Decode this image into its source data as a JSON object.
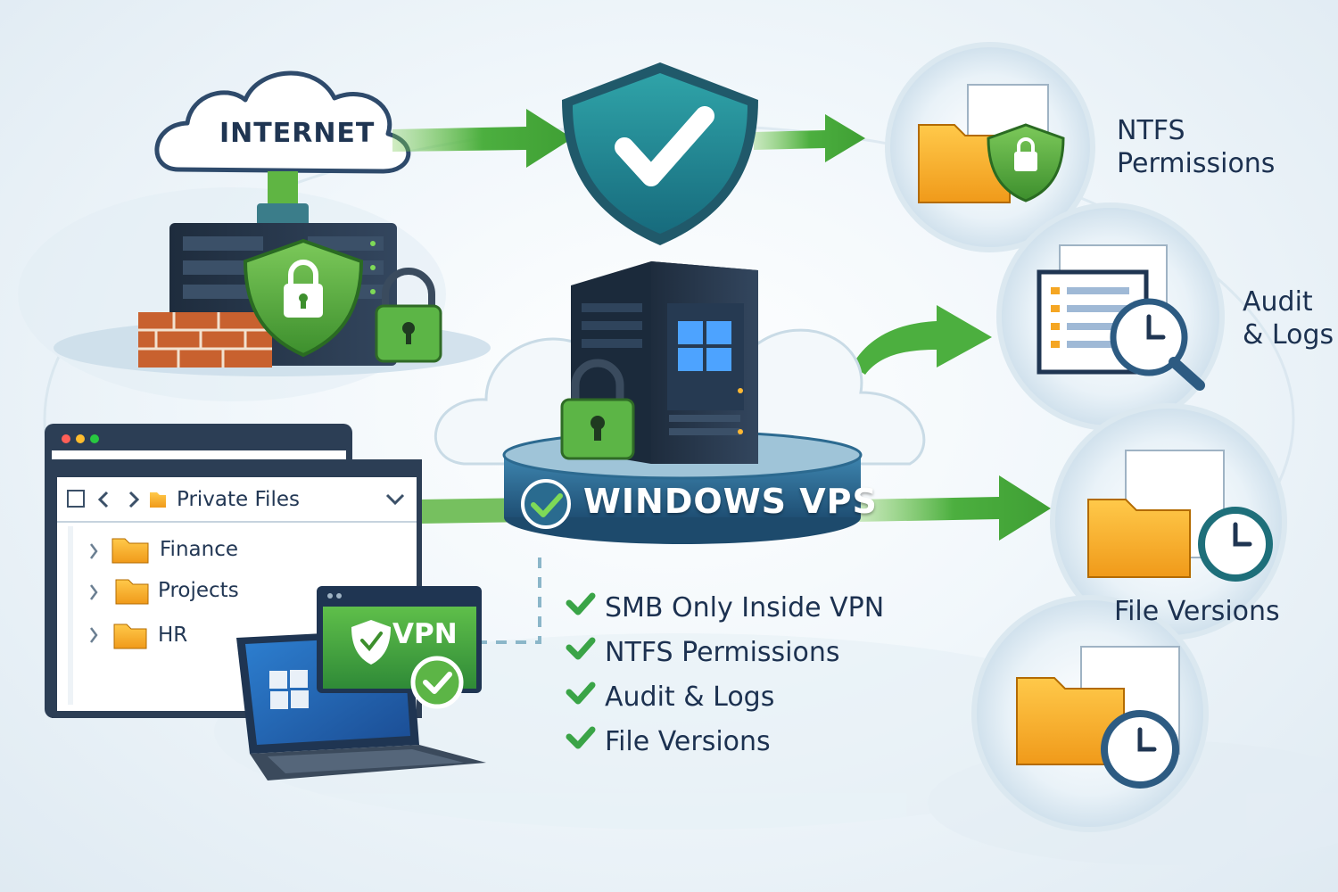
{
  "internet": {
    "label": "INTERNET"
  },
  "vps": {
    "label": "WINDOWS VPS"
  },
  "features": {
    "ntfs": [
      "NTFS",
      "Permissions"
    ],
    "audit": [
      "Audit",
      "& Logs"
    ],
    "versions": [
      "File Versions"
    ]
  },
  "checklist": [
    "SMB Only Inside VPN",
    "NTFS Permissions",
    "Audit & Logs",
    "File Versions"
  ],
  "explorer": {
    "title": "Private Files",
    "items": [
      "Finance",
      "Projects",
      "HR"
    ]
  },
  "vpn": {
    "label": "VPN"
  },
  "colors": {
    "arrow_green": "#4caf3f",
    "shield_teal": "#1f7f8c",
    "navy": "#1f3552",
    "folder_orange": "#f5a623",
    "lock_green": "#57b33f"
  }
}
